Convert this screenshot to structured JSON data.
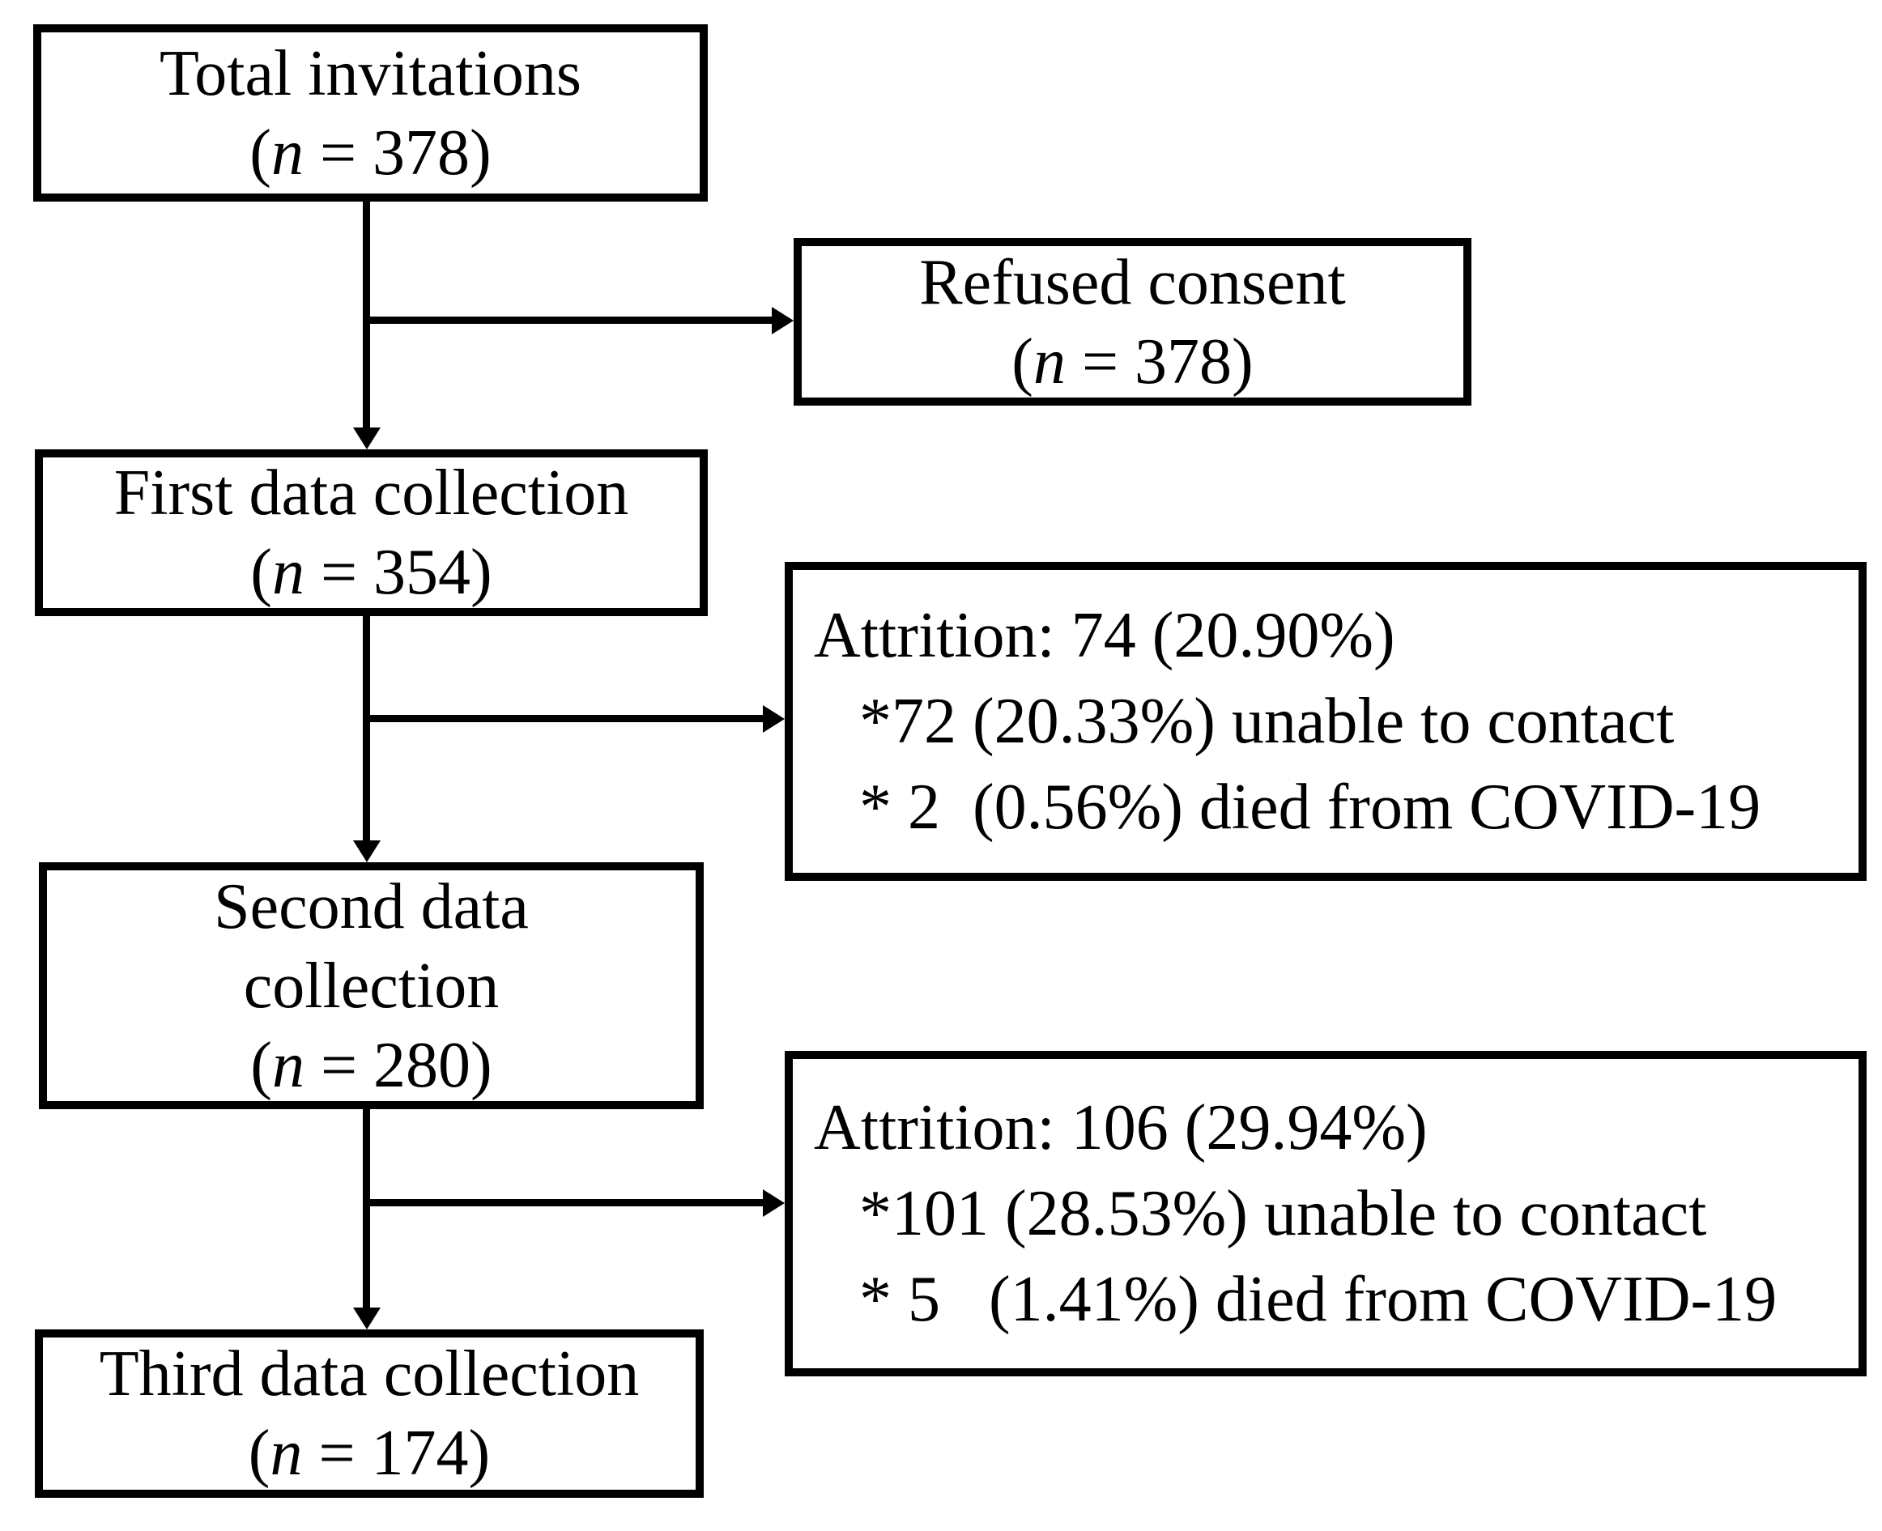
{
  "diagram": {
    "background": "#ffffff",
    "line_color": "#000000",
    "stages": [
      {
        "id": "total-invitations",
        "lines": [
          "Total invitations"
        ],
        "n": {
          "pre": "(",
          "sym": "n",
          "post": " = 378)"
        }
      },
      {
        "id": "refused-consent",
        "lines": [
          "Refused consent"
        ],
        "n": {
          "pre": "(",
          "sym": "n",
          "post": " = 378)"
        }
      },
      {
        "id": "first-data-collection",
        "lines": [
          "First data collection"
        ],
        "n": {
          "pre": "(",
          "sym": "n",
          "post": " = 354)"
        }
      },
      {
        "id": "second-data-collection",
        "lines": [
          "Second data",
          "collection"
        ],
        "n": {
          "pre": "(",
          "sym": "n",
          "post": " = 280)"
        }
      },
      {
        "id": "third-data-collection",
        "lines": [
          "Third data collection"
        ],
        "n": {
          "pre": "(",
          "sym": "n",
          "post": " = 174)"
        }
      }
    ],
    "attrition": [
      {
        "title": "Attrition: 74 (20.90%)",
        "details": [
          "*72 (20.33%) unable to contact",
          "* 2  (0.56%) died from COVID-19"
        ]
      },
      {
        "title": "Attrition: 106 (29.94%)",
        "details": [
          "*101 (28.53%) unable to contact",
          "* 5   (1.41%) died from COVID-19"
        ]
      }
    ],
    "edges": [
      {
        "from": "total-invitations",
        "to": "first-data-collection"
      },
      {
        "from": "total-invitations",
        "to": "refused-consent"
      },
      {
        "from": "first-data-collection",
        "to": "second-data-collection"
      },
      {
        "from": "first-data-collection",
        "to": "attrition-1"
      },
      {
        "from": "second-data-collection",
        "to": "third-data-collection"
      },
      {
        "from": "second-data-collection",
        "to": "attrition-2"
      }
    ]
  }
}
